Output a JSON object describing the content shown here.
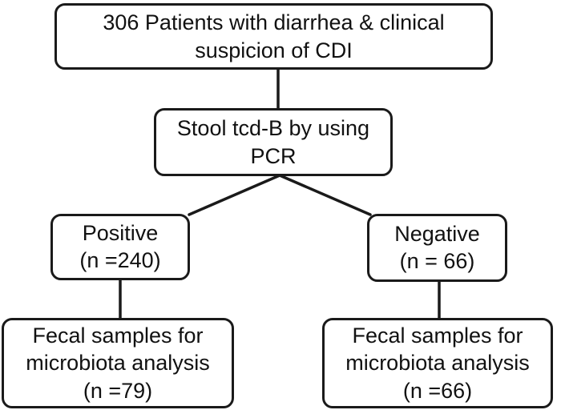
{
  "figure": {
    "type": "flowchart",
    "background_color": "#ffffff",
    "border_color": "#1a1a1a",
    "text_color": "#111111"
  },
  "nodes": {
    "patients": {
      "lines": [
        "306 Patients with diarrhea & clinical",
        "suspicion of CDI"
      ]
    },
    "pcr_test": {
      "lines": [
        "Stool tcd-B by using",
        "PCR"
      ]
    },
    "positive": {
      "lines": [
        "Positive",
        "(n =240)"
      ]
    },
    "negative": {
      "lines": [
        "Negative",
        "(n = 66)"
      ]
    },
    "fecal_positive": {
      "lines": [
        "Fecal samples for",
        "microbiota analysis",
        "(n =79)"
      ]
    },
    "fecal_negative": {
      "lines": [
        "Fecal samples for",
        "microbiota analysis",
        "(n =66)"
      ]
    }
  },
  "edges": [
    {
      "from": "patients",
      "to": "pcr_test"
    },
    {
      "from": "pcr_test",
      "to": "positive"
    },
    {
      "from": "pcr_test",
      "to": "negative"
    },
    {
      "from": "positive",
      "to": "fecal_positive"
    },
    {
      "from": "negative",
      "to": "fecal_negative"
    }
  ]
}
